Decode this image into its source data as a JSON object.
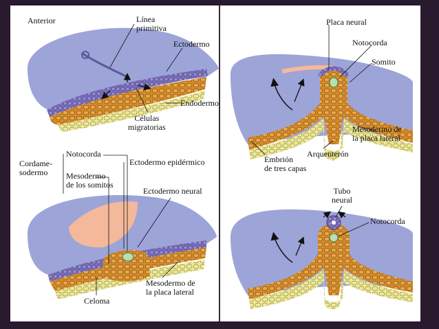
{
  "colors": {
    "background": "#2a1a2e",
    "panel": "#ffffff",
    "embryo_blue": "#9da4d8",
    "ectoderm_purple": "#7a6fb8",
    "mesoderm_orange": "#d58a2a",
    "endoderm_yellow": "#efe89a",
    "notochord_green": "#b7dfb0",
    "neural_plate_pink": "#f4b99a"
  },
  "panel_top_left": {
    "anterior": "Anterior",
    "linea_primitiva": "Línea\nprimitiva",
    "ectodermo": "Ectodermo",
    "endodermo": "Endodermo",
    "celulas_migratorias": "Células\nmigratorias"
  },
  "panel_top_right": {
    "placa_neural": "Placa neural",
    "notocorda": "Notocorda",
    "somito": "Somito",
    "mesodermo_placa_lateral": "Mesodermo de\nla placa lateral",
    "arquenteron": "Arquenterón",
    "embrion_tres_capas": "Embrión\nde tres capas"
  },
  "panel_bottom_left": {
    "cordamesodermo": "Cordame-\nsodermo",
    "notocorda": "Notocorda",
    "mesodermo_somitos": "Mesodermo\nde los somitos",
    "ectodermo_epidermico": "Ectodermo epidérmico",
    "ectodermo_neural": "Ectodermo neural",
    "mesodermo_placa_lateral": "Mesodermo de\nla placa lateral",
    "celoma": "Celoma"
  },
  "panel_bottom_right": {
    "tubo_neural": "Tubo\nneural",
    "notocorda": "Notocorda"
  }
}
